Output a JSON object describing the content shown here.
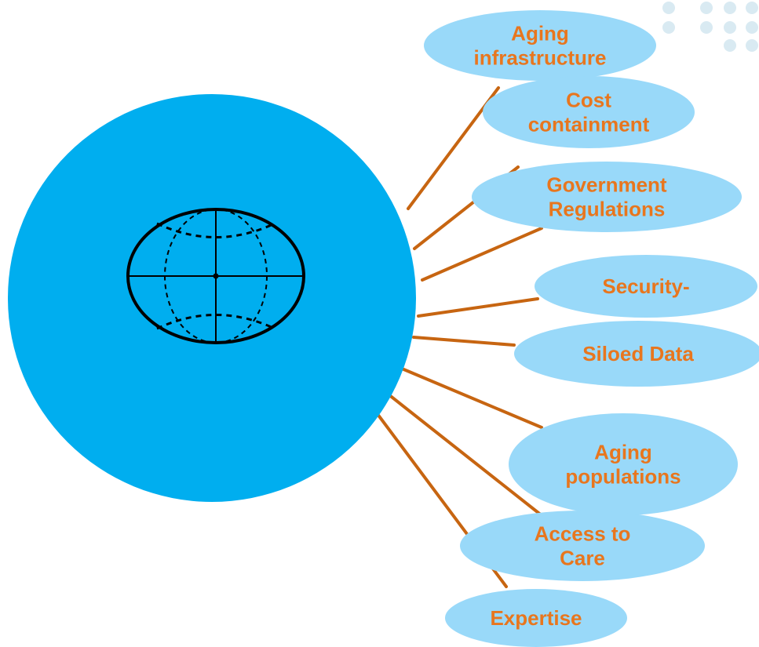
{
  "colors": {
    "hub": "#00AEEF",
    "bubble": "#99D9F9",
    "connector": "#C76511",
    "label": "#E8761E",
    "globe": "#000000",
    "dots": "#D9EAF2"
  },
  "hub": {
    "icon": "globe-icon"
  },
  "nodes": [
    {
      "id": "aging-infrastructure",
      "lines": [
        "Aging",
        "infrastructure"
      ]
    },
    {
      "id": "cost-containment",
      "lines": [
        "Cost",
        "containment"
      ]
    },
    {
      "id": "government-regulations",
      "lines": [
        "Government",
        "Regulations"
      ]
    },
    {
      "id": "security",
      "lines": [
        "Security-"
      ]
    },
    {
      "id": "siloed-data",
      "lines": [
        "Siloed Data"
      ]
    },
    {
      "id": "aging-populations",
      "lines": [
        "Aging",
        "populations"
      ]
    },
    {
      "id": "access-to-care",
      "lines": [
        "Access to",
        "Care"
      ]
    },
    {
      "id": "expertise",
      "lines": [
        "Expertise"
      ]
    }
  ]
}
